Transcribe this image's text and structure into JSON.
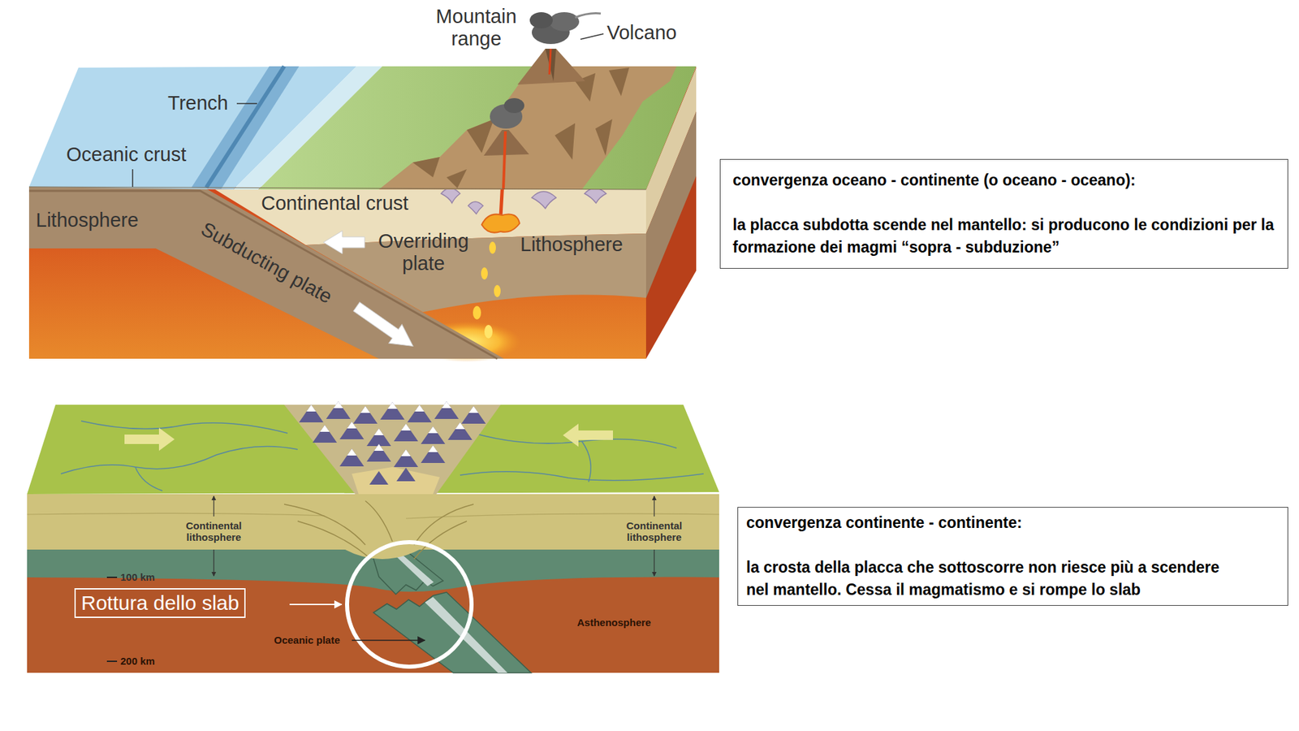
{
  "diagram": {
    "nodes": [
      {
        "text": [
          "convergenza oceano - continente (o oceano - oceano):",
          "la placca subdotta scende nel mantello: si producono le condizioni per la formazione dei magmi “sopra - subduzione”"
        ]
      },
      {
        "text": [
          "convergenza continente - continente:",
          "la crosta della placca che sottoscorre non riesce più a scendere nel mantello. Cessa il magmatismo e si rompe lo slab"
        ]
      },
      {
        "text": [
          "Rottura dello slab"
        ]
      }
    ],
    "labels": [
      "Mountain range",
      "Volcano",
      "Trench",
      "Oceanic crust",
      "Continental crust",
      "Lithosphere",
      "Subducting plate",
      "Overriding plate",
      "Lithosphere",
      "Continental lithosphere",
      "Continental lithosphere",
      "100 km",
      "Asthenosphere",
      "Oceanic plate",
      "200 km"
    ]
  }
}
